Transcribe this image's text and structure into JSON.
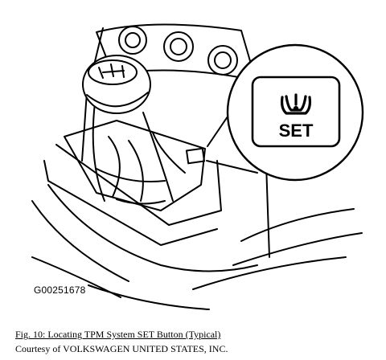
{
  "figure": {
    "id_label": "G00251678",
    "caption": "Fig. 10: Locating TPM System SET Button (Typical)",
    "credit": "Courtesy of VOLKSWAGEN UNITED STATES, INC."
  },
  "callout": {
    "button_label": "SET",
    "icon": "tpms-warning-icon"
  },
  "colors": {
    "line": "#000000",
    "background": "#ffffff"
  }
}
